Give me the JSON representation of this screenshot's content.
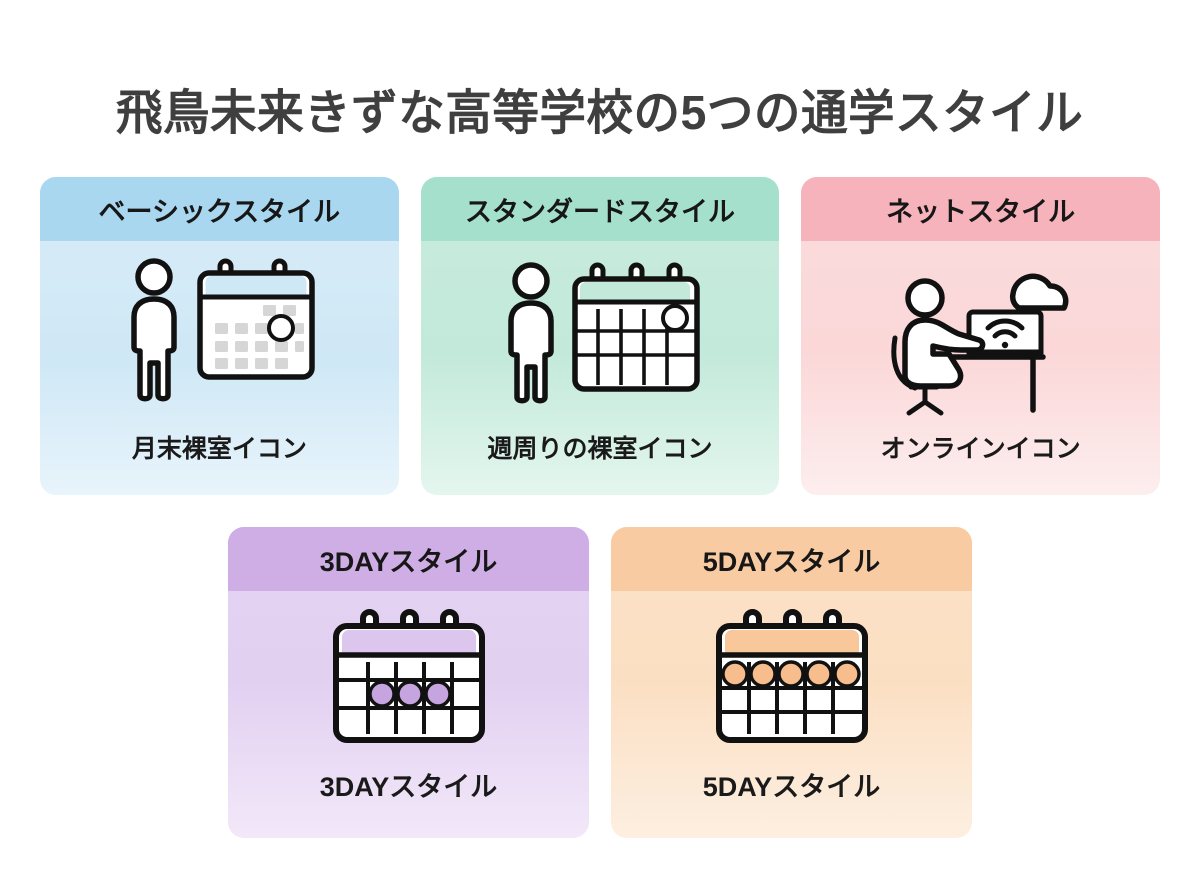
{
  "page": {
    "title": "飛鳥未来きずな高等学校の5つの通学スタイル",
    "background_color": "#ffffff",
    "title_color": "#3f3f3f"
  },
  "cards": [
    {
      "id": "basic",
      "header": "ベーシックスタイル",
      "caption": "月末裸室イコン",
      "icon": "person-and-monthly-calendar-icon",
      "header_color": "#a9d7ef",
      "body_color": "#d6ecf8"
    },
    {
      "id": "standard",
      "header": "スタンダードスタイル",
      "caption": "週周りの裸室イコン",
      "icon": "person-and-weekly-calendar-icon",
      "header_color": "#a5e0cd",
      "body_color": "#c7ebdd"
    },
    {
      "id": "net",
      "header": "ネットスタイル",
      "caption": "オンラインイコン",
      "icon": "online-desk-laptop-cloud-icon",
      "header_color": "#f6b3bc",
      "body_color": "#fad9da"
    },
    {
      "id": "three-day",
      "header": "3DAYスタイル",
      "caption": "3DAYスタイル",
      "icon": "calendar-three-days-icon",
      "header_color": "#cfaee6",
      "body_color": "#e3d2f2"
    },
    {
      "id": "five-day",
      "header": "5DAYスタイル",
      "caption": "5DAYスタイル",
      "icon": "calendar-five-days-icon",
      "header_color": "#f9cba3",
      "body_color": "#fbe1c7"
    }
  ]
}
